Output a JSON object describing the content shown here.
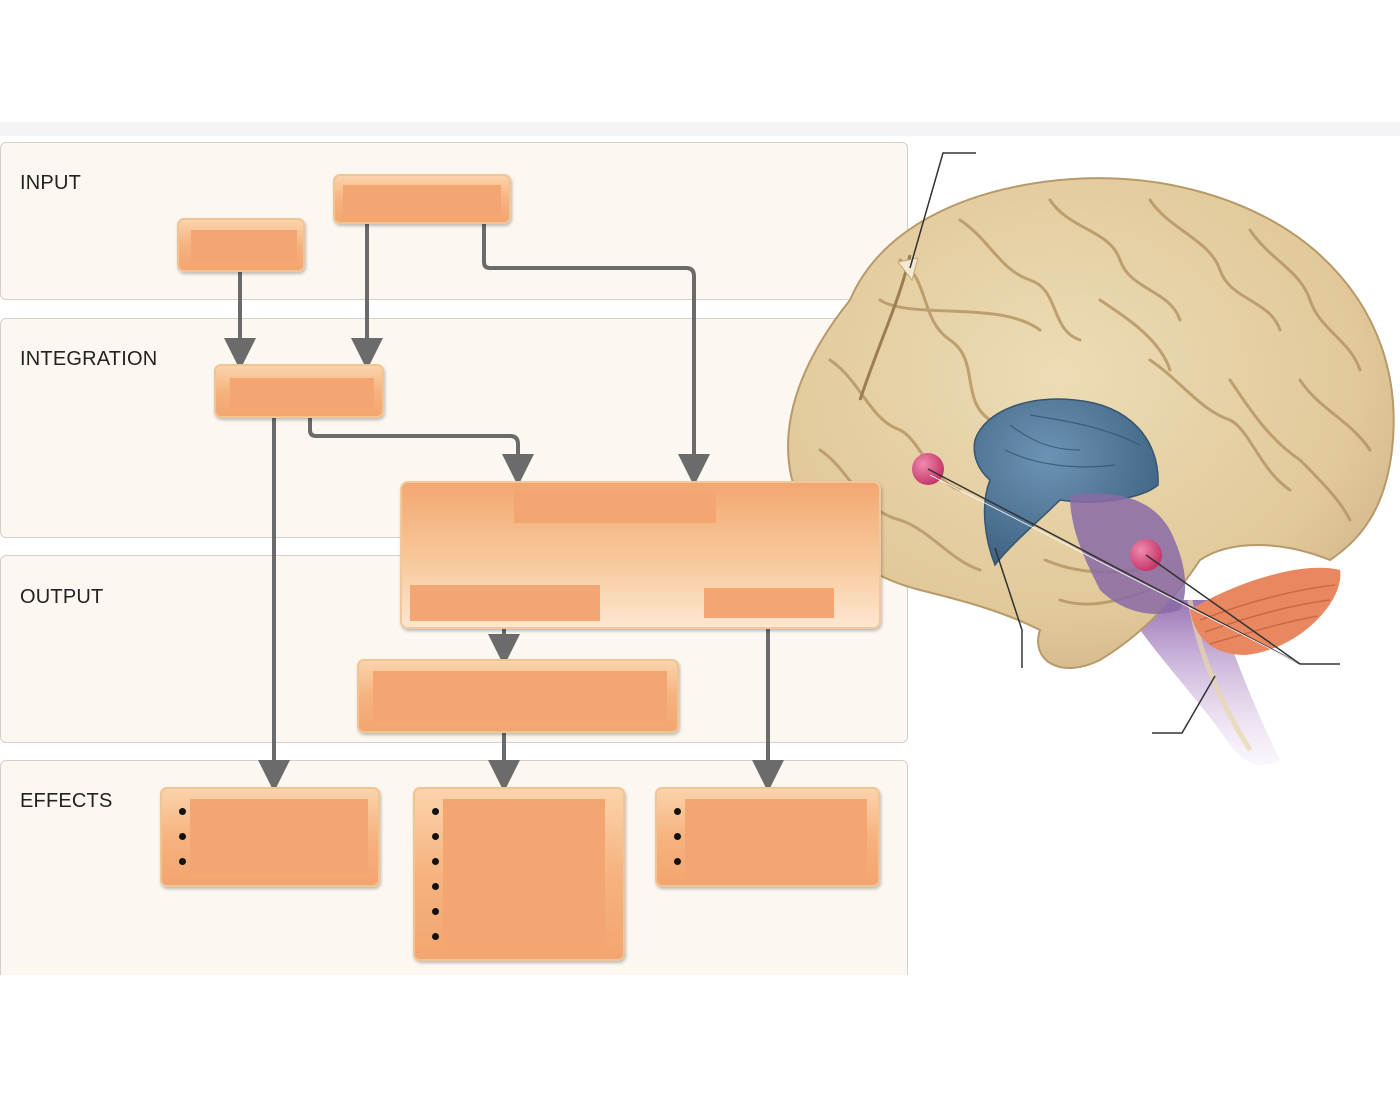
{
  "stages": {
    "input": "INPUT",
    "integration": "INTEGRATION",
    "output": "OUTPUT",
    "effects": "EFFECTS"
  },
  "colors": {
    "panel_bg": "#fcf7f1",
    "box_orange": "#f4a672",
    "arrow": "#6b6b6b",
    "brain_cortex": "#e6d3a8",
    "limbic_blue": "#557a9b",
    "brainstem_purple": "#8d6aa8",
    "marker_pink": "#d44a7b"
  },
  "effects_bullets": {
    "left_box": 3,
    "middle_box": 6,
    "right_box": 3
  },
  "illustration": {
    "subject": "brain-lateral-view",
    "leader_lines": 4,
    "highlight_markers": 2
  }
}
